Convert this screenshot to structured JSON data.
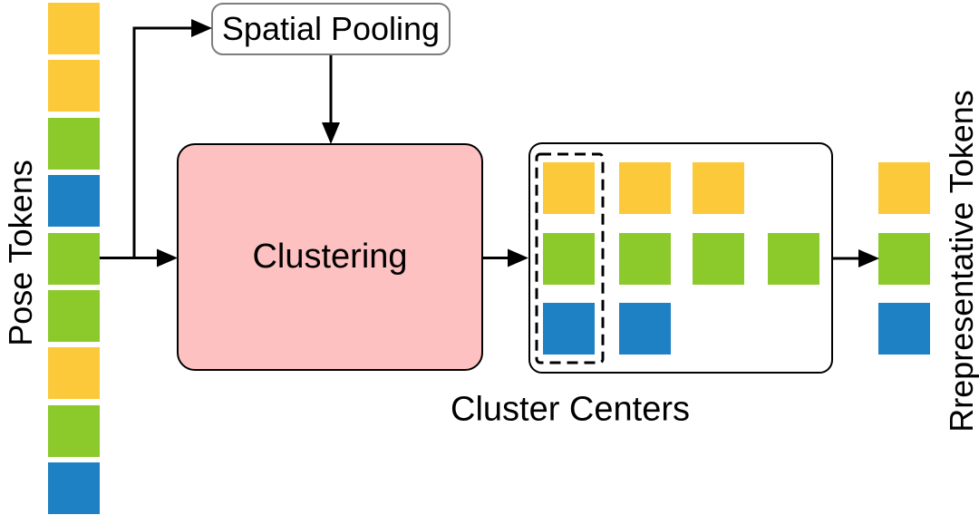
{
  "colors": {
    "yellow": "#FCC93B",
    "green": "#8CC92B",
    "blue": "#1E81C4",
    "pink": "#FEC1C1",
    "line": "#000000",
    "spatial_border": "#7d7d7d"
  },
  "labels": {
    "pose_tokens": "Pose Tokens",
    "spatial_pooling": "Spatial Pooling",
    "clustering": "Clustering",
    "cluster_centers": "Cluster Centers",
    "representative_tokens": "Rrepresentative Tokens"
  },
  "pose_tokens": {
    "colors": [
      "yellow",
      "yellow",
      "green",
      "blue",
      "green",
      "green",
      "yellow",
      "green",
      "blue"
    ]
  },
  "cluster_centers": {
    "rows": [
      {
        "color": "yellow",
        "count": 3
      },
      {
        "color": "green",
        "count": 4
      },
      {
        "color": "blue",
        "count": 2
      }
    ],
    "highlighted_column": 1
  },
  "representative_tokens": {
    "colors": [
      "yellow",
      "green",
      "blue"
    ]
  }
}
